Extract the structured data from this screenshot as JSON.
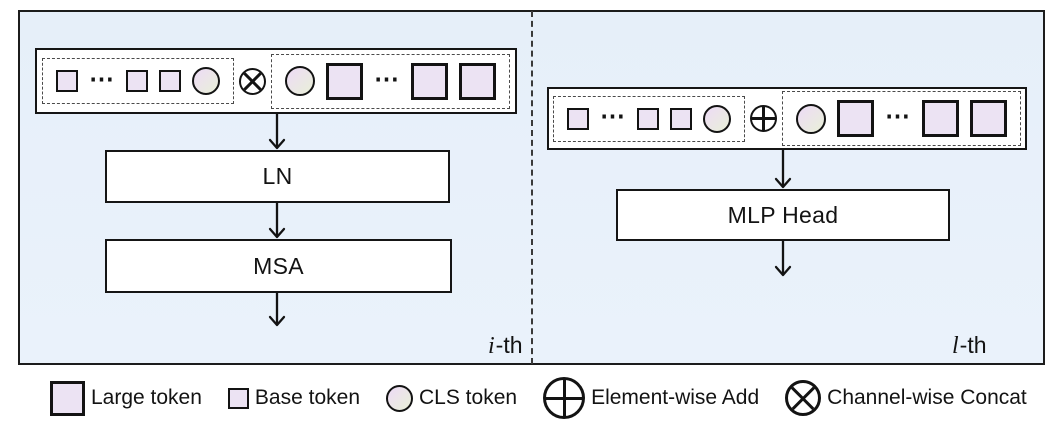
{
  "diagram": {
    "left_panel": {
      "ln_box_label": "LN",
      "msa_box_label": "MSA",
      "index_variable": "i",
      "index_suffix": "-th"
    },
    "right_panel": {
      "mlp_head_box_label": "MLP Head",
      "index_variable": "l",
      "index_suffix": "-th"
    },
    "token_row": {
      "ellipsis": "⋯"
    }
  },
  "legend": {
    "large_token_label": "Large token",
    "base_token_label": "Base token",
    "cls_token_label": "CLS token",
    "add_label": "Element-wise Add",
    "concat_label": "Channel-wise Concat"
  },
  "colors": {
    "panel_background": "#e9f1fa",
    "token_fill": "#ece3f3",
    "cls_gradient_start": "#eddef2",
    "cls_gradient_end": "#e9eedb",
    "stroke": "#131313"
  }
}
